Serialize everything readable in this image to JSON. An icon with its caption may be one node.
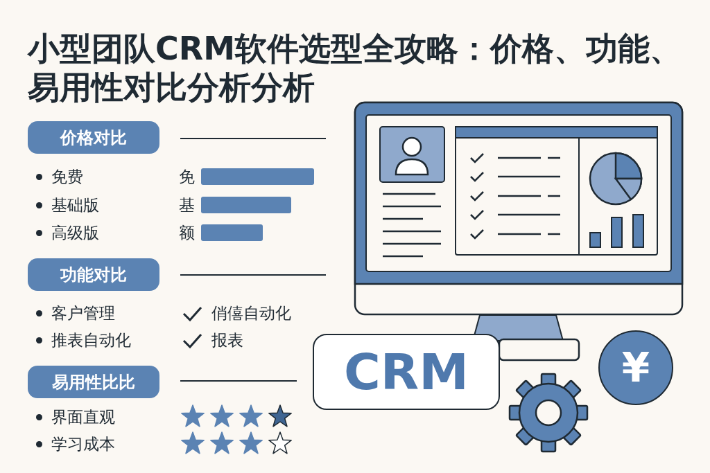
{
  "diagram": {
    "title": "小型团队CRM软件选型全攻略：价格、功能、易用性对比分析分析",
    "nodes": [
      {
        "text": [
          "价格对比"
        ]
      },
      {
        "text": [
          "功能对比"
        ]
      },
      {
        "text": [
          "易用性比比"
        ]
      },
      {
        "text": [
          "CRM"
        ]
      },
      {
        "text": [
          "¥"
        ]
      },
      {
        "text": [],
        "shape": "bar"
      },
      {
        "text": [],
        "shape": "bar"
      },
      {
        "text": [],
        "shape": "bar"
      }
    ],
    "edges": [],
    "labels": [
      "免费",
      "免",
      "基础版",
      "基",
      "高级版",
      "额",
      "客户管理",
      "俏僖自动化",
      "推表自动化",
      "报表",
      "界面直观",
      "学习成本"
    ]
  }
}
